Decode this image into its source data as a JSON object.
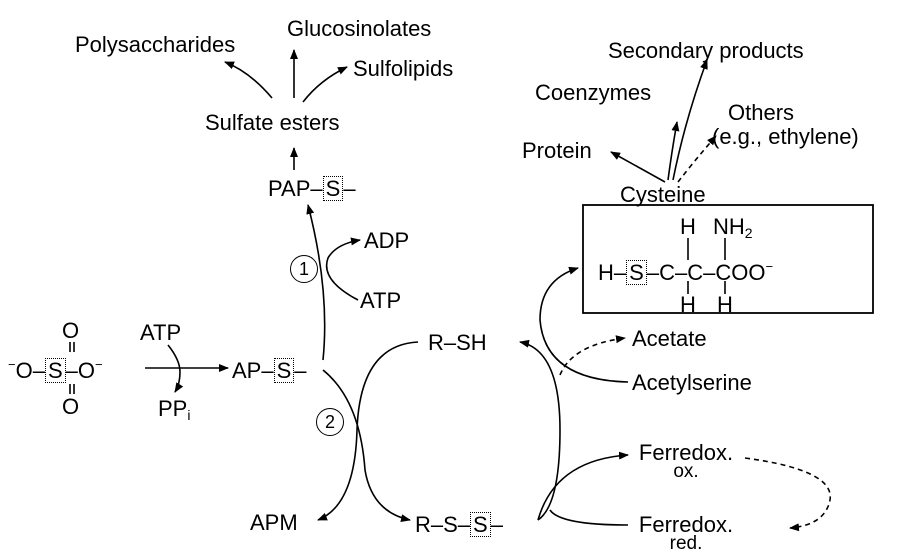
{
  "labels": {
    "polysaccharides": "Polysaccharides",
    "glucosinolates": "Glucosinolates",
    "sulfolipids": "Sulfolipids",
    "sulfate_esters": "Sulfate esters",
    "pap": "PAP",
    "s": "S",
    "atp": "ATP",
    "adp": "ADP",
    "atp2": "ATP",
    "ap": "AP",
    "pp": "PP",
    "pp_sub": "i",
    "o": "O",
    "o_neg": "O",
    "minus": "−",
    "step1": "1",
    "step2": "2",
    "apm": "APM",
    "r_s": "R–S",
    "r_sh": "R–SH",
    "acetate": "Acetate",
    "acetylserine": "Acetylserine",
    "ferredox_ox_1": "Ferredox.",
    "ferredox_ox_2": "ox.",
    "ferredox_red_1": "Ferredox.",
    "ferredox_red_2": "red.",
    "cysteine": "Cysteine",
    "protein": "Protein",
    "coenzymes": "Coenzymes",
    "secondary_products": "Secondary products",
    "others_1": "Others",
    "others_2": "(e.g., ethylene)",
    "cys_h_left": "H",
    "cys_h_top": "H",
    "cys_nh": "NH",
    "cys_nh_sub": "2",
    "cys_c": "C",
    "cys_coo": "COO",
    "cys_h_bottom1": "H",
    "cys_h_bottom2": "H"
  }
}
